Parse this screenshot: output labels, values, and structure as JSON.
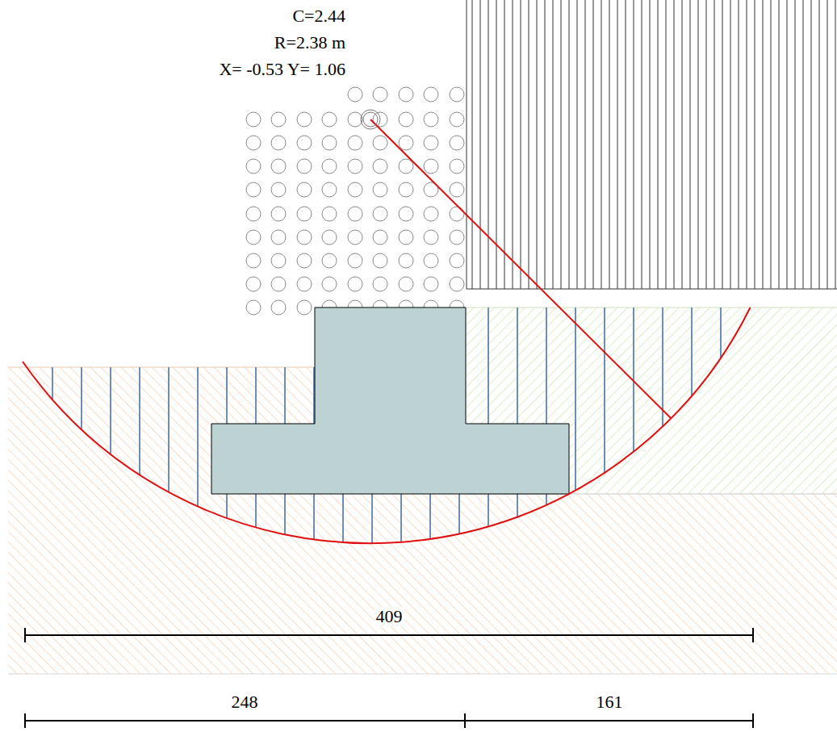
{
  "diagram": {
    "labels": [
      "C=2.44",
      "R=2.38 m",
      "X= -0.53 Y= 1.06",
      "409",
      "248",
      "161"
    ]
  }
}
